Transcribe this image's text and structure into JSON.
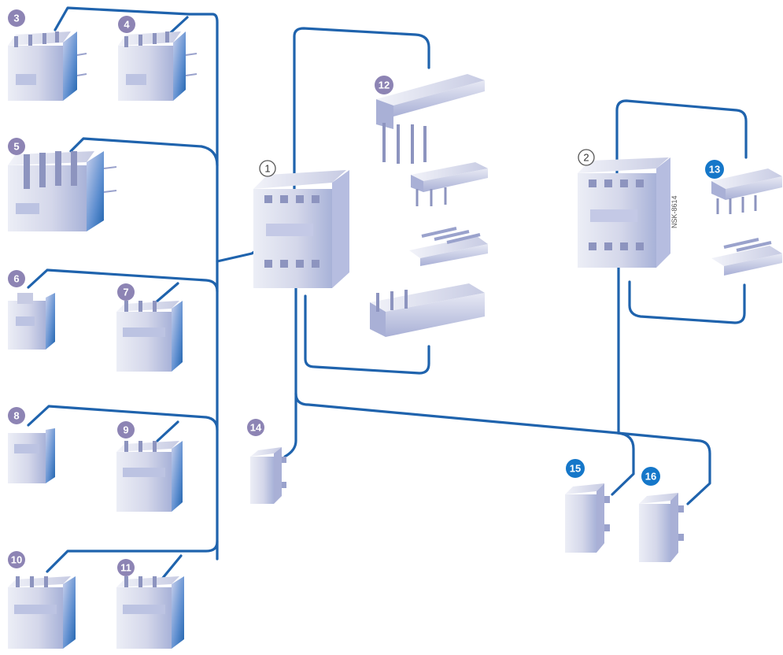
{
  "figure": {
    "reference_code": "NSK-8614"
  },
  "labels": {
    "l1": "1",
    "l2": "2",
    "l3": "3",
    "l4": "4",
    "l5": "5",
    "l6": "6",
    "l7": "7",
    "l8": "8",
    "l9": "9",
    "l10": "10",
    "l11": "11",
    "l12": "12",
    "l13": "13",
    "l14": "14",
    "l15": "15",
    "l16": "16"
  },
  "colors": {
    "wire": "#1f63ad",
    "label_purple": "#8d84b4",
    "label_blue": "#1577c9",
    "device_light": "#e3e5f1",
    "device_shadow": "#2a6fbf"
  }
}
